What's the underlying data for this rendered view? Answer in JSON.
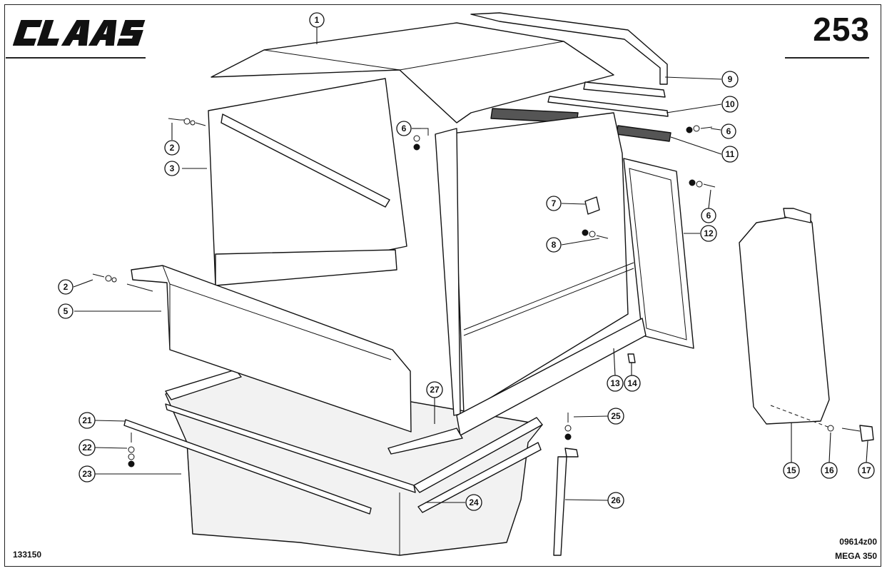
{
  "header": {
    "brand": "CLAAS",
    "page_number": "253"
  },
  "footer": {
    "left_code": "133150",
    "right_code": "09614z00",
    "model": "MEGA 350"
  },
  "callouts": [
    {
      "id": "c1",
      "label": "1"
    },
    {
      "id": "c2a",
      "label": "2"
    },
    {
      "id": "c2b",
      "label": "2"
    },
    {
      "id": "c3",
      "label": "3"
    },
    {
      "id": "c5",
      "label": "5"
    },
    {
      "id": "c6a",
      "label": "6"
    },
    {
      "id": "c6b",
      "label": "6"
    },
    {
      "id": "c6c",
      "label": "6"
    },
    {
      "id": "c7",
      "label": "7"
    },
    {
      "id": "c8",
      "label": "8"
    },
    {
      "id": "c9",
      "label": "9"
    },
    {
      "id": "c10",
      "label": "10"
    },
    {
      "id": "c11",
      "label": "11"
    },
    {
      "id": "c12",
      "label": "12"
    },
    {
      "id": "c13",
      "label": "13"
    },
    {
      "id": "c14",
      "label": "14"
    },
    {
      "id": "c15",
      "label": "15"
    },
    {
      "id": "c16",
      "label": "16"
    },
    {
      "id": "c17",
      "label": "17"
    },
    {
      "id": "c21",
      "label": "21"
    },
    {
      "id": "c22",
      "label": "22"
    },
    {
      "id": "c23",
      "label": "23"
    },
    {
      "id": "c24",
      "label": "24"
    },
    {
      "id": "c25",
      "label": "25"
    },
    {
      "id": "c26",
      "label": "26"
    },
    {
      "id": "c27",
      "label": "27"
    }
  ]
}
